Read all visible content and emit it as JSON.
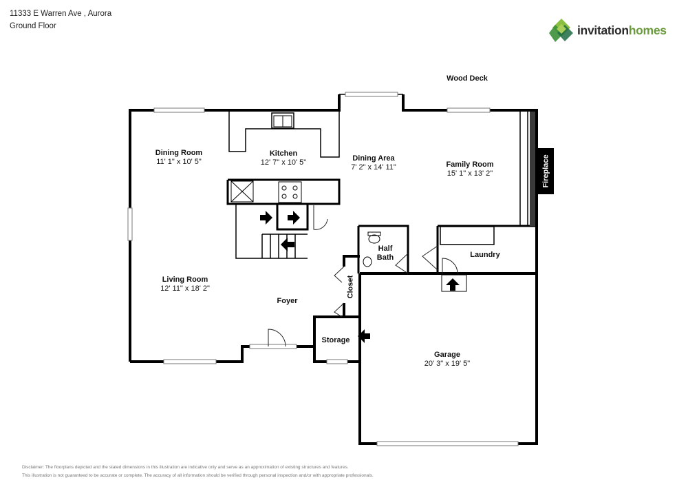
{
  "header": {
    "address": "11333 E Warren Ave , Aurora",
    "floor": "Ground Floor"
  },
  "logo": {
    "word1": "invitation",
    "word2": "homes",
    "colors": [
      "#8bbf3f",
      "#3c8f3a",
      "#1f6b44",
      "#a9cf5a"
    ]
  },
  "rooms": {
    "wood_deck": {
      "name": "Wood Deck"
    },
    "dining_room": {
      "name": "Dining Room",
      "dims": "11' 1\" x 10' 5\""
    },
    "kitchen": {
      "name": "Kitchen",
      "dims": "12' 7\" x 10' 5\""
    },
    "dining_area": {
      "name": "Dining Area",
      "dims": "7' 2\" x 14' 11\""
    },
    "family_room": {
      "name": "Family Room",
      "dims": "15' 1\" x 13' 2\""
    },
    "fireplace": {
      "name": "Fireplace"
    },
    "half_bath": {
      "name": "Half Bath"
    },
    "laundry": {
      "name": "Laundry"
    },
    "living_room": {
      "name": "Living Room",
      "dims": "12' 11\" x 18' 2\""
    },
    "foyer": {
      "name": "Foyer"
    },
    "closet": {
      "name": "Closet"
    },
    "storage": {
      "name": "Storage"
    },
    "garage": {
      "name": "Garage",
      "dims": "20' 3\" x 19' 5\""
    }
  },
  "disclaimer": {
    "line1": "Disclaimer: The floorplans depicted and the stated dimensions in this illustration are indicative only and serve as an approximation of existing structures and features.",
    "line2": "This illustration is not guaranteed to be accurate or complete. The accuracy of all information should be verified through personal inspection and/or with appropriate professionals."
  }
}
